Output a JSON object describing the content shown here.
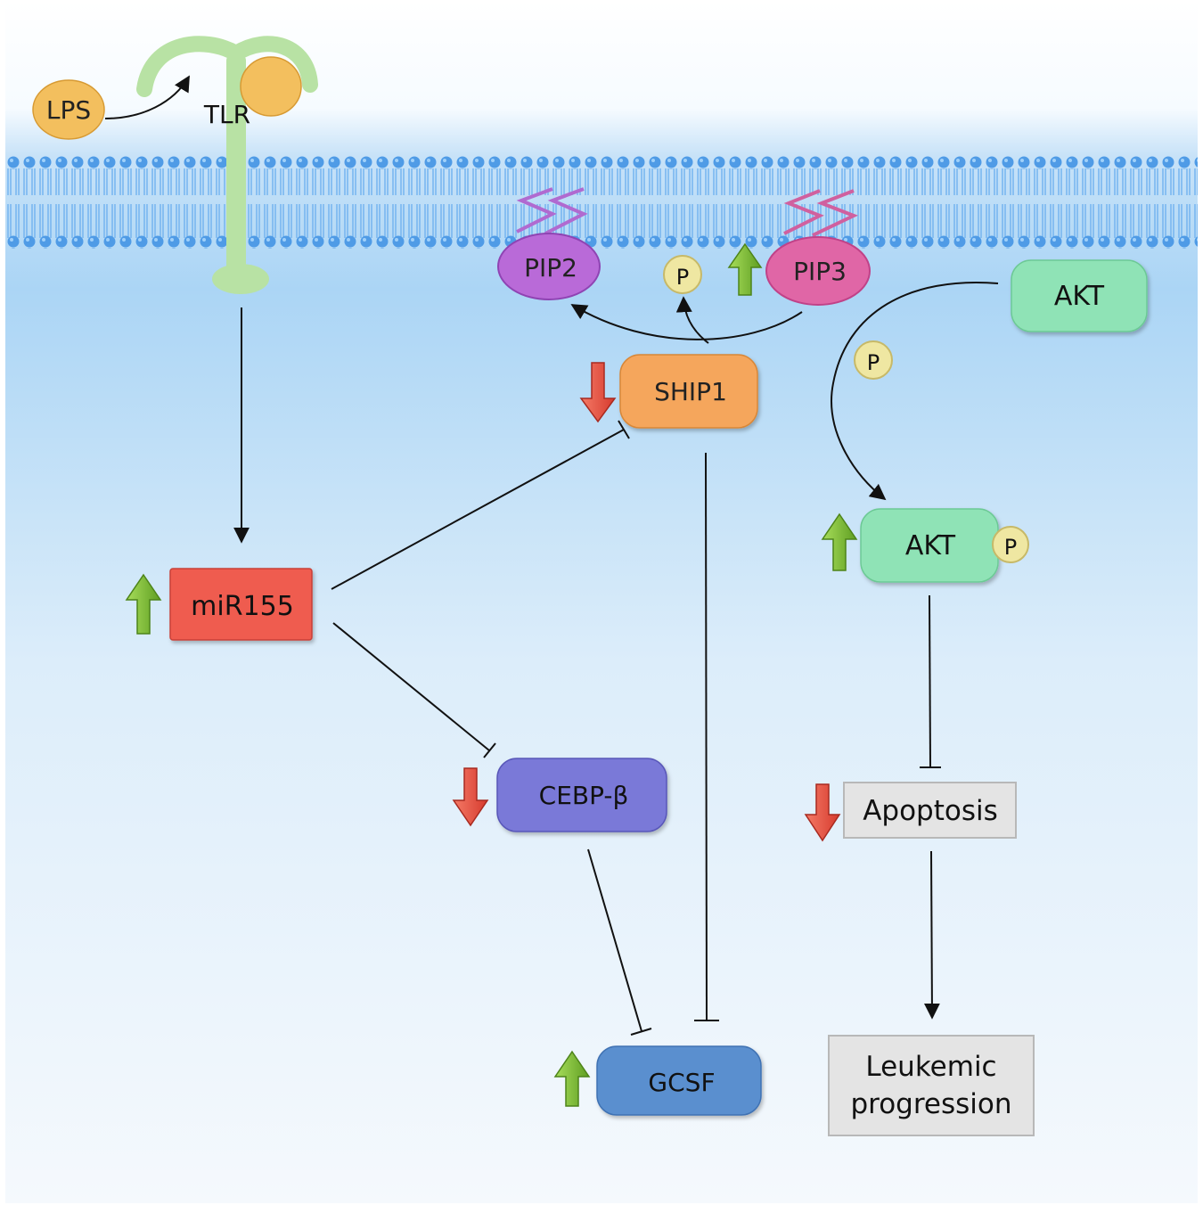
{
  "labels": {
    "lps": "LPS",
    "tlr": "TLR",
    "pip2": "PIP2",
    "pip3": "PIP3",
    "phosphate": "P",
    "akt_inactive": "AKT",
    "akt_active": "AKT",
    "ship1": "SHIP1",
    "mir155": "miR155",
    "cebp": "CEBP-β",
    "gcsf": "GCSF",
    "apoptosis": "Apoptosis",
    "leukemic_line1": "Leukemic",
    "leukemic_line2": "progression"
  },
  "regulation": {
    "pip3": "up",
    "ship1": "down",
    "mir155": "up",
    "akt_active": "up",
    "cebp": "down",
    "apoptosis": "down",
    "gcsf": "up"
  },
  "colors": {
    "lps": "#f3bf5e",
    "tlr": "#b8e2a4",
    "pip2": "#b96ad8",
    "pip3": "#e066a6",
    "akt": "#8fe3b6",
    "ship1": "#f5a65b",
    "mir155": "#ef5b4f",
    "cebp": "#7a79d8",
    "gcsf": "#5a8fcf",
    "neutral_box": "#e4e4e4",
    "up_arrow": "#74b62e",
    "down_arrow": "#e8463a",
    "membrane": "#5aa6ec",
    "cytoplasm": "#a9d3f5"
  }
}
